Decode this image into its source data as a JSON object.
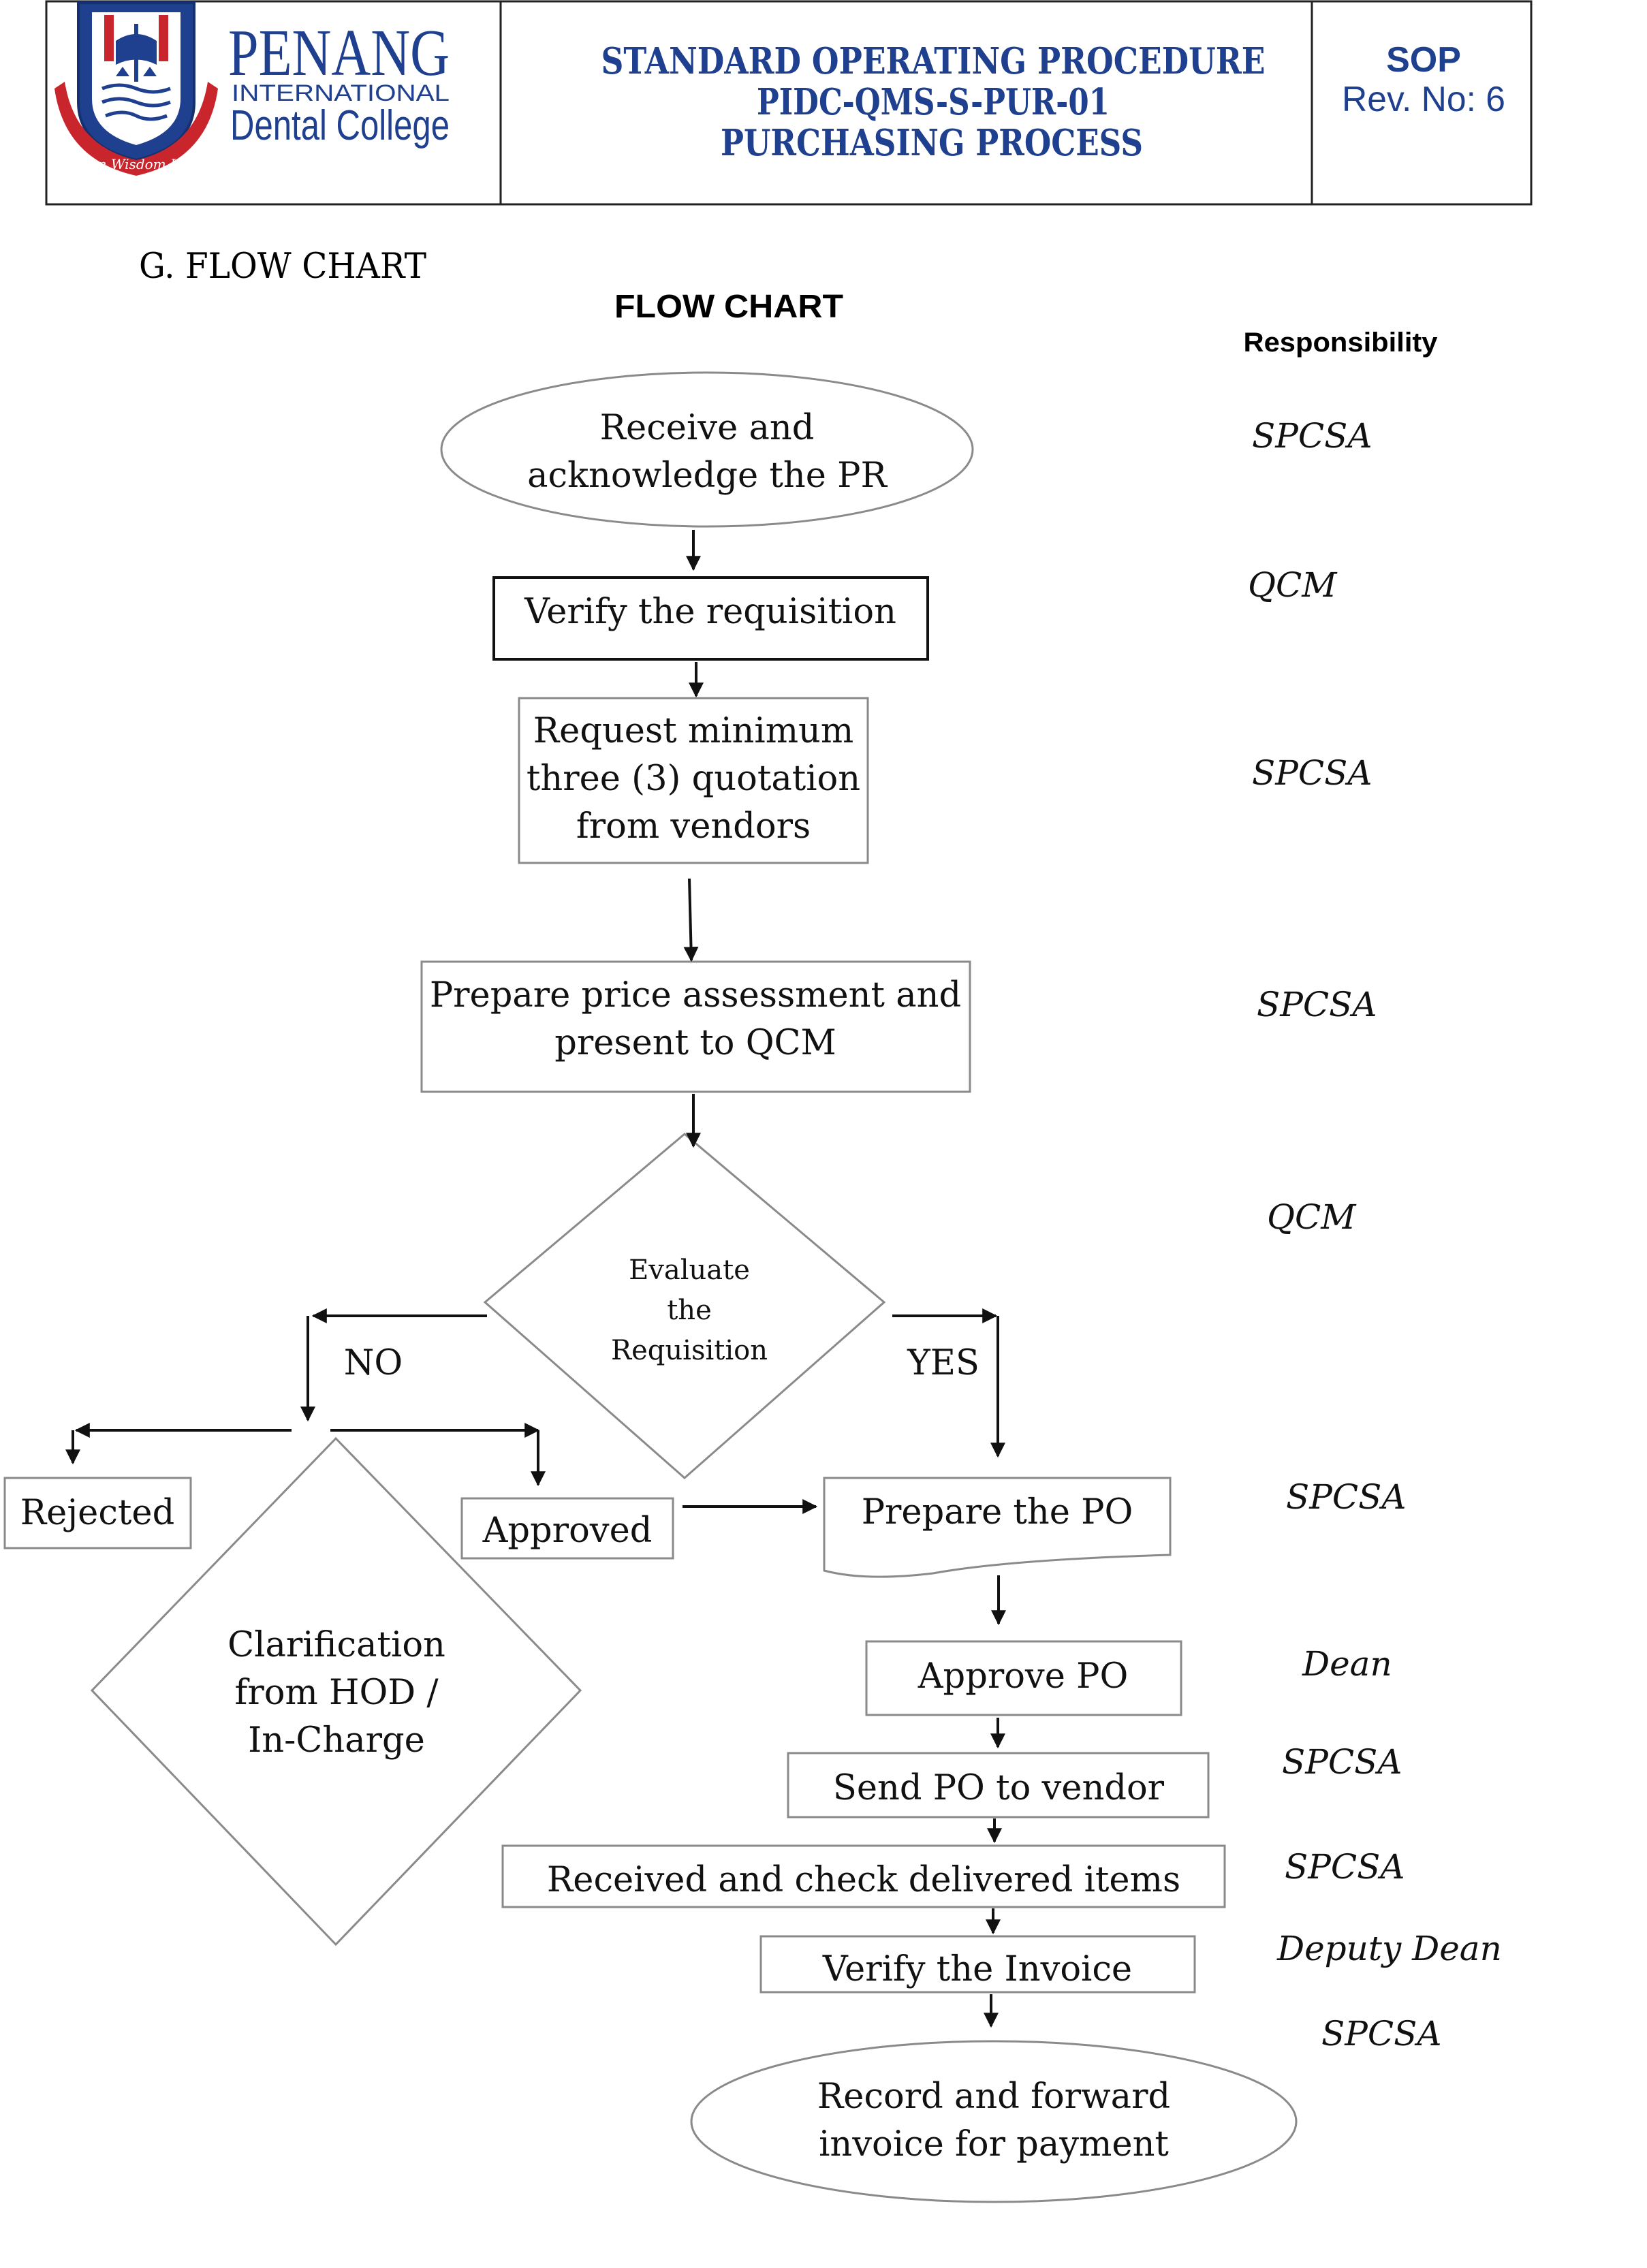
{
  "header": {
    "logo": {
      "name": "PENANG",
      "line2": "INTERNATIONAL",
      "line3": "Dental College",
      "motto": "Vision Wisdom Unity"
    },
    "title": {
      "line1": "STANDARD OPERATING PROCEDURE",
      "line2": "PIDC-QMS-S-PUR-01",
      "line3": "PURCHASING PROCESS"
    },
    "doc_type": "SOP",
    "revision": "Rev. No: 6"
  },
  "section_title": "G. FLOW CHART",
  "chart_title": "FLOW CHART",
  "responsibility_header": "Responsibility",
  "colors": {
    "brand_blue": "#1f3f8f",
    "logo_red": "#c8262c",
    "ink": "#111111",
    "thin_border": "#8a8a8a"
  },
  "nodes": {
    "receive": [
      "Receive and",
      "acknowledge the PR"
    ],
    "verify": [
      "Verify the requisition"
    ],
    "quotation": [
      "Request minimum",
      "three (3) quotation",
      "from vendors"
    ],
    "assessment": [
      "Prepare price assessment and",
      "present to QCM"
    ],
    "evaluate": [
      "Evaluate",
      "the",
      "Requisition"
    ],
    "no_label": "NO",
    "yes_label": "YES",
    "rejected": "Rejected",
    "approved": "Approved",
    "clarification": [
      "Clarification",
      "from HOD /",
      "In-Charge"
    ],
    "prepare_po": "Prepare the PO",
    "approve_po": "Approve PO",
    "send_po": "Send PO to vendor",
    "received": "Received and check delivered items",
    "verify_invoice": "Verify the Invoice",
    "record": [
      "Record and forward",
      "invoice for payment"
    ]
  },
  "responsibilities": [
    "SPCSA",
    "QCM",
    "SPCSA",
    "SPCSA",
    "QCM",
    "SPCSA",
    "Dean",
    "SPCSA",
    "SPCSA",
    "Deputy Dean",
    "SPCSA"
  ]
}
